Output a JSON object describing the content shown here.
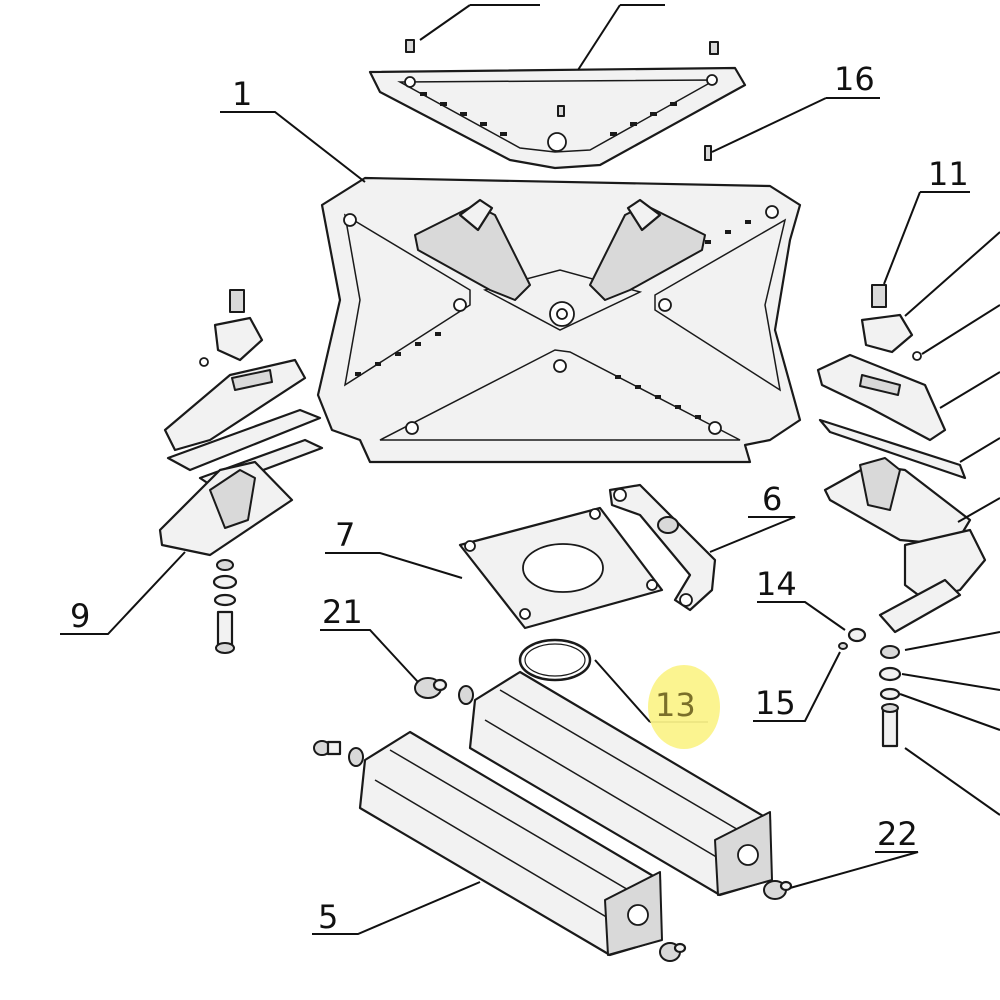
{
  "callouts": {
    "c1": "1",
    "c5": "5",
    "c6": "6",
    "c7": "7",
    "c9": "9",
    "c11": "11",
    "c13": "13",
    "c14": "14",
    "c15": "15",
    "c16": "16",
    "c21": "21",
    "c22": "22"
  },
  "colors": {
    "highlight": "#fbf38a",
    "line": "#1a1a1a",
    "background": "#ffffff"
  }
}
